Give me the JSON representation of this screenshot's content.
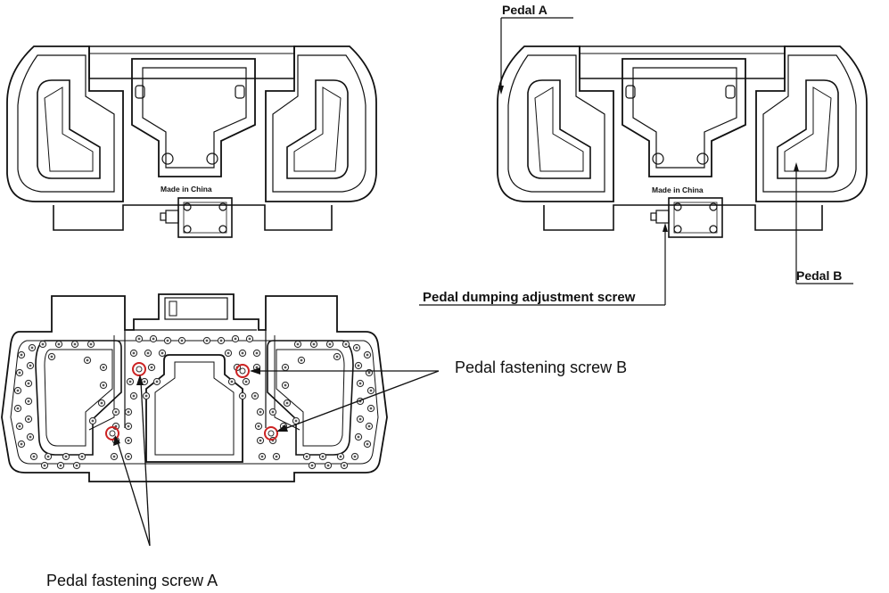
{
  "labels": {
    "pedal_a": "Pedal  A",
    "pedal_b": "Pedal  B",
    "dumping_screw": "Pedal dumping adjustment screw",
    "fastening_screw_a": "Pedal fastening screw A",
    "fastening_screw_b": "Pedal fastening screw B"
  },
  "markings": {
    "made_in": "Made  in  China"
  },
  "colors": {
    "line": "#111111",
    "screw_highlight": "#cc2222",
    "background": "#ffffff"
  }
}
